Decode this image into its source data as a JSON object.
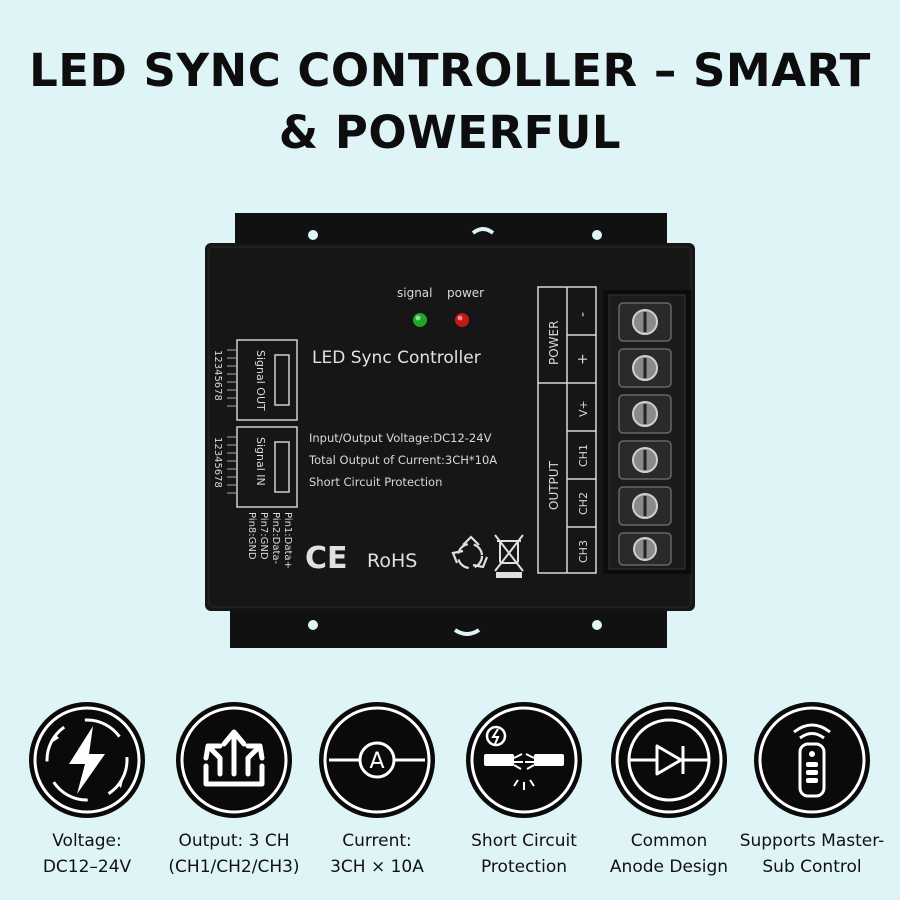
{
  "header": {
    "title_line1": "LED SYNC CONTROLLER – SMART",
    "title_line2": "& POWERFUL"
  },
  "device": {
    "led_signal_label": "signal",
    "led_power_label": "power",
    "product_label": "LED Sync Controller",
    "spec_voltage": "Input/Output Voltage:DC12-24V",
    "spec_current": "Total Output of Current:3CH*10A",
    "spec_protection": "Short Circuit Protection",
    "port_out_label": "Signal OUT",
    "port_in_label": "Signal IN",
    "pin_numbers": "12345678",
    "pin_legend": [
      "Pin1:Data+",
      "Pin2:Data-",
      "Pin7:GND",
      "Pin8:GND"
    ],
    "cert_ce": "CE",
    "cert_rohs": "RoHS",
    "terminal_power_label": "POWER",
    "terminal_output_label": "OUTPUT",
    "terminal_minus": "-",
    "terminal_plus": "+",
    "terminal_vplus": "V+",
    "terminal_ch1": "CH1",
    "terminal_ch2": "CH2",
    "terminal_ch3": "CH3",
    "colors": {
      "body": "#161616",
      "led_signal": "#1fa52a",
      "led_power": "#c41818",
      "text": "#d8d8d8"
    }
  },
  "features": [
    {
      "icon": "lightning-cycle-icon",
      "line1": "Voltage:",
      "line2": "DC12–24V"
    },
    {
      "icon": "triple-output-arrows-icon",
      "line1": "Output: 3 CH",
      "line2": "(CH1/CH2/CH3)"
    },
    {
      "icon": "ammeter-icon",
      "line1": "Current:",
      "line2": "3CH × 10A"
    },
    {
      "icon": "broken-wire-icon",
      "line1": "Short Circuit",
      "line2": "Protection"
    },
    {
      "icon": "diode-icon",
      "line1": "Common",
      "line2": "Anode Design"
    },
    {
      "icon": "remote-control-icon",
      "line1": "Supports Master-",
      "line2": "Sub Control"
    }
  ]
}
